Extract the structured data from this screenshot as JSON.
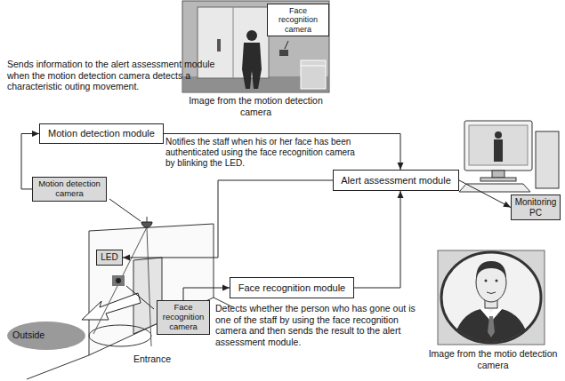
{
  "diagram": {
    "nodes": [
      {
        "text": [
          "Face recognition camera"
        ]
      },
      {
        "text": [
          "Motion detection module"
        ]
      },
      {
        "text": [
          "Motion detection camera"
        ]
      },
      {
        "text": [
          "Alert assessment module"
        ]
      },
      {
        "text": [
          "Monitoring PC"
        ]
      },
      {
        "text": [
          "LED"
        ]
      },
      {
        "text": [
          "Face recognition module"
        ]
      },
      {
        "text": [
          "Face recognition camera"
        ]
      }
    ],
    "edges": [
      {
        "from": 2,
        "to": 1,
        "arrow": "to"
      },
      {
        "from": 1,
        "to": 3,
        "arrow": "to"
      },
      {
        "from": 3,
        "to": 4,
        "arrow": "to"
      },
      {
        "from": 3,
        "to": 5,
        "arrow": "to"
      },
      {
        "from": 7,
        "to": 6,
        "arrow": "to"
      },
      {
        "from": 6,
        "to": 3,
        "arrow": "to"
      }
    ],
    "labels": [
      "Sends information to the alert assessment module when the motion detection camera detects a characteristic outing movement.",
      "Image from the motion detection camera",
      "Notifies the staff when his or her face has been authenticated using the face recognition camera by blinking the LED.",
      "Detects whether the person who has gone out is one of the staff by using the face recognition camera and then sends the result to the alert assessment module.",
      "Outside",
      "Entrance",
      "Image from the motio detection camera"
    ]
  }
}
